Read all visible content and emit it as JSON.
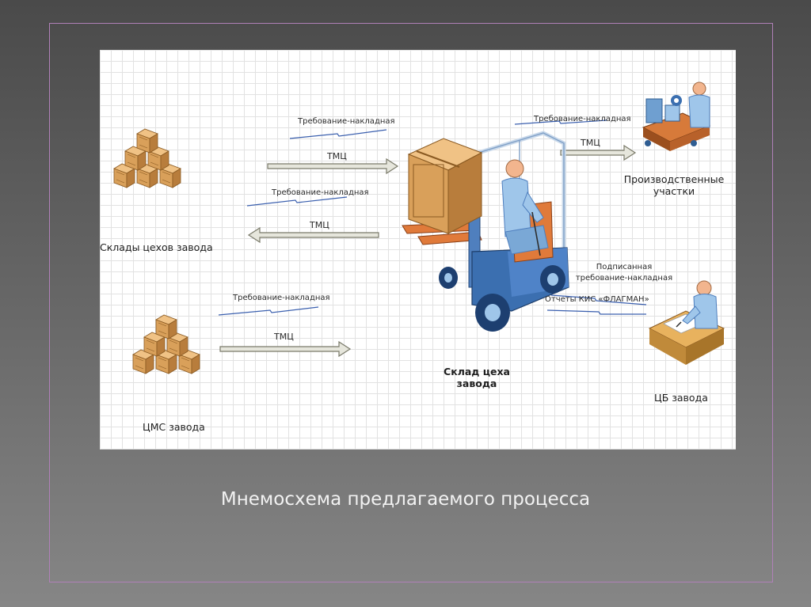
{
  "caption": "Мнемосхема предлагаемого процесса",
  "nodes": {
    "warehouses": "Склады цехов завода",
    "cms": "ЦМС завода",
    "central_warehouse": "Склад цеха завода",
    "production": "Производственные участки",
    "accounting": "ЦБ завода"
  },
  "flows": {
    "req_invoice": "Требование-накладная",
    "tmc": "ТМЦ",
    "signed": "Подписанная",
    "signed_req_invoice": "требование-накладная",
    "reports": "Отчеты КИС «ФЛАГМАН»"
  },
  "colors": {
    "box": "#d9a05a",
    "forklift_body": "#3b6fb0",
    "forklift_seat": "#e07a3a",
    "person": "#9fc6ea",
    "arrow_fill": "#e6e6dc",
    "arrow_stroke": "#7a7a6a",
    "zigzag": "#3a5fae"
  }
}
